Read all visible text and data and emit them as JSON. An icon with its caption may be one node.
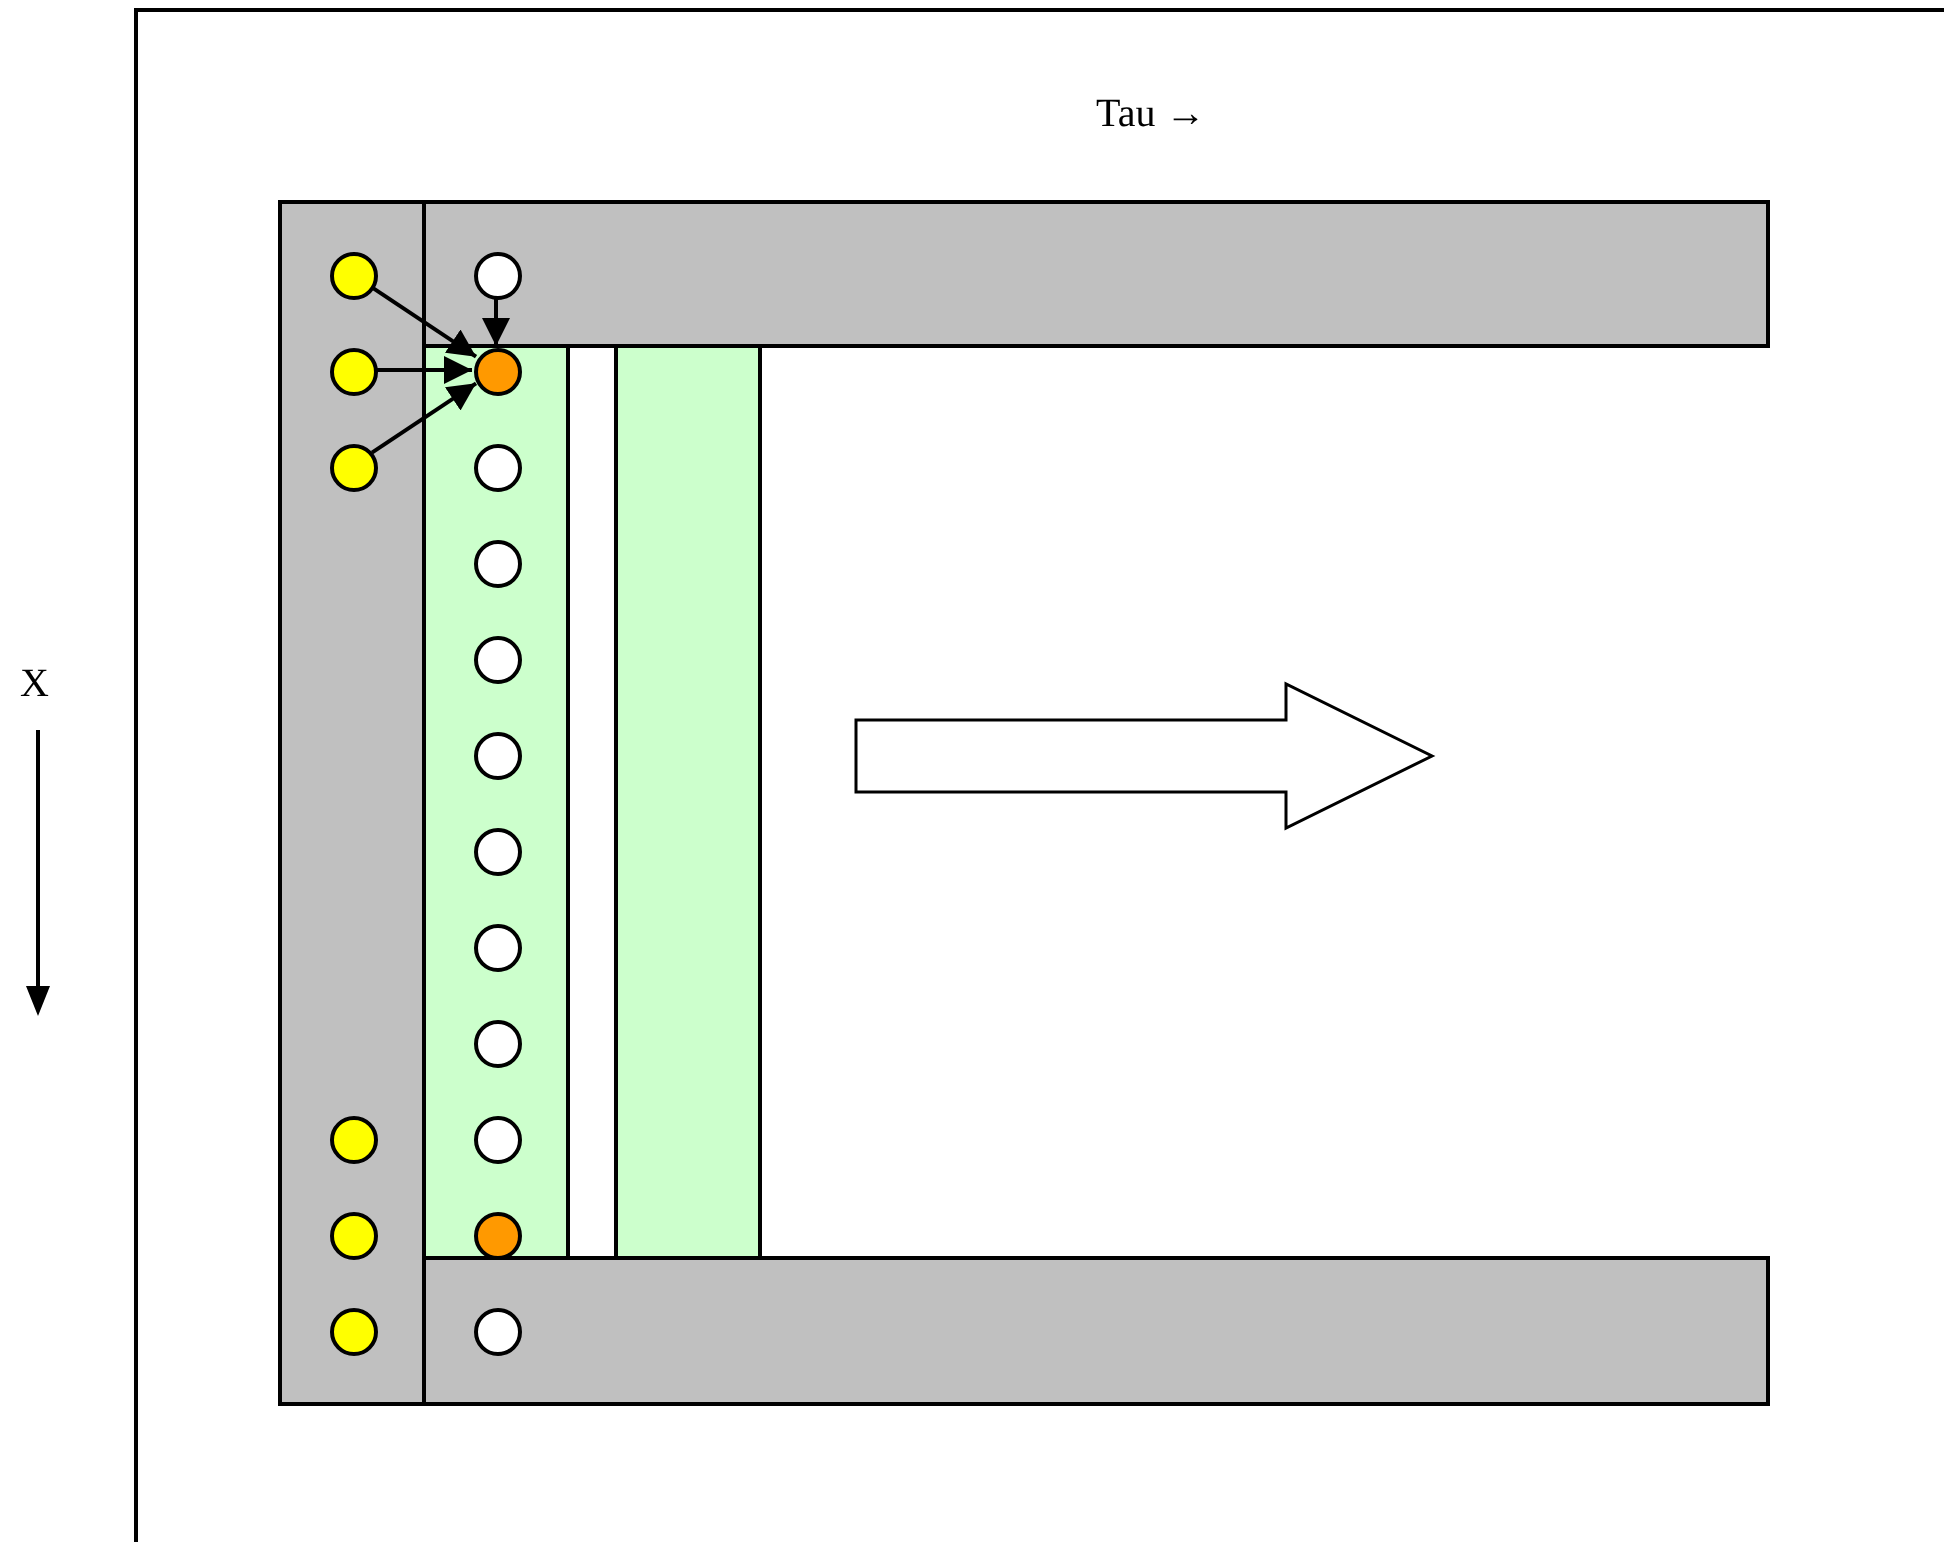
{
  "diagram": {
    "nodes": [
      {
        "text": [],
        "shape": "circle"
      },
      {
        "text": [],
        "shape": "circle"
      },
      {
        "text": [],
        "shape": "circle"
      },
      {
        "text": [],
        "shape": "circle"
      },
      {
        "text": [],
        "shape": "circle"
      },
      {
        "text": [],
        "shape": "circle"
      },
      {
        "text": [],
        "shape": "circle"
      },
      {
        "text": [],
        "shape": "circle"
      },
      {
        "text": [],
        "shape": "circle"
      },
      {
        "text": [],
        "shape": "circle"
      },
      {
        "text": [],
        "shape": "circle"
      },
      {
        "text": [],
        "shape": "circle"
      },
      {
        "text": [],
        "shape": "circle"
      },
      {
        "text": [],
        "shape": "circle"
      },
      {
        "text": [],
        "shape": "circle"
      },
      {
        "text": [],
        "shape": "circle"
      },
      {
        "text": [],
        "shape": "circle"
      },
      {
        "text": [],
        "shape": "circle"
      }
    ],
    "edges": [
      {
        "from": 0,
        "to": 3,
        "arrow": "to"
      },
      {
        "from": 2,
        "to": 3,
        "arrow": "to"
      },
      {
        "from": 4,
        "to": 3,
        "arrow": "to"
      },
      {
        "from": 1,
        "to": 3,
        "arrow": "to"
      }
    ],
    "labels": [
      "Tau →",
      "X"
    ]
  }
}
